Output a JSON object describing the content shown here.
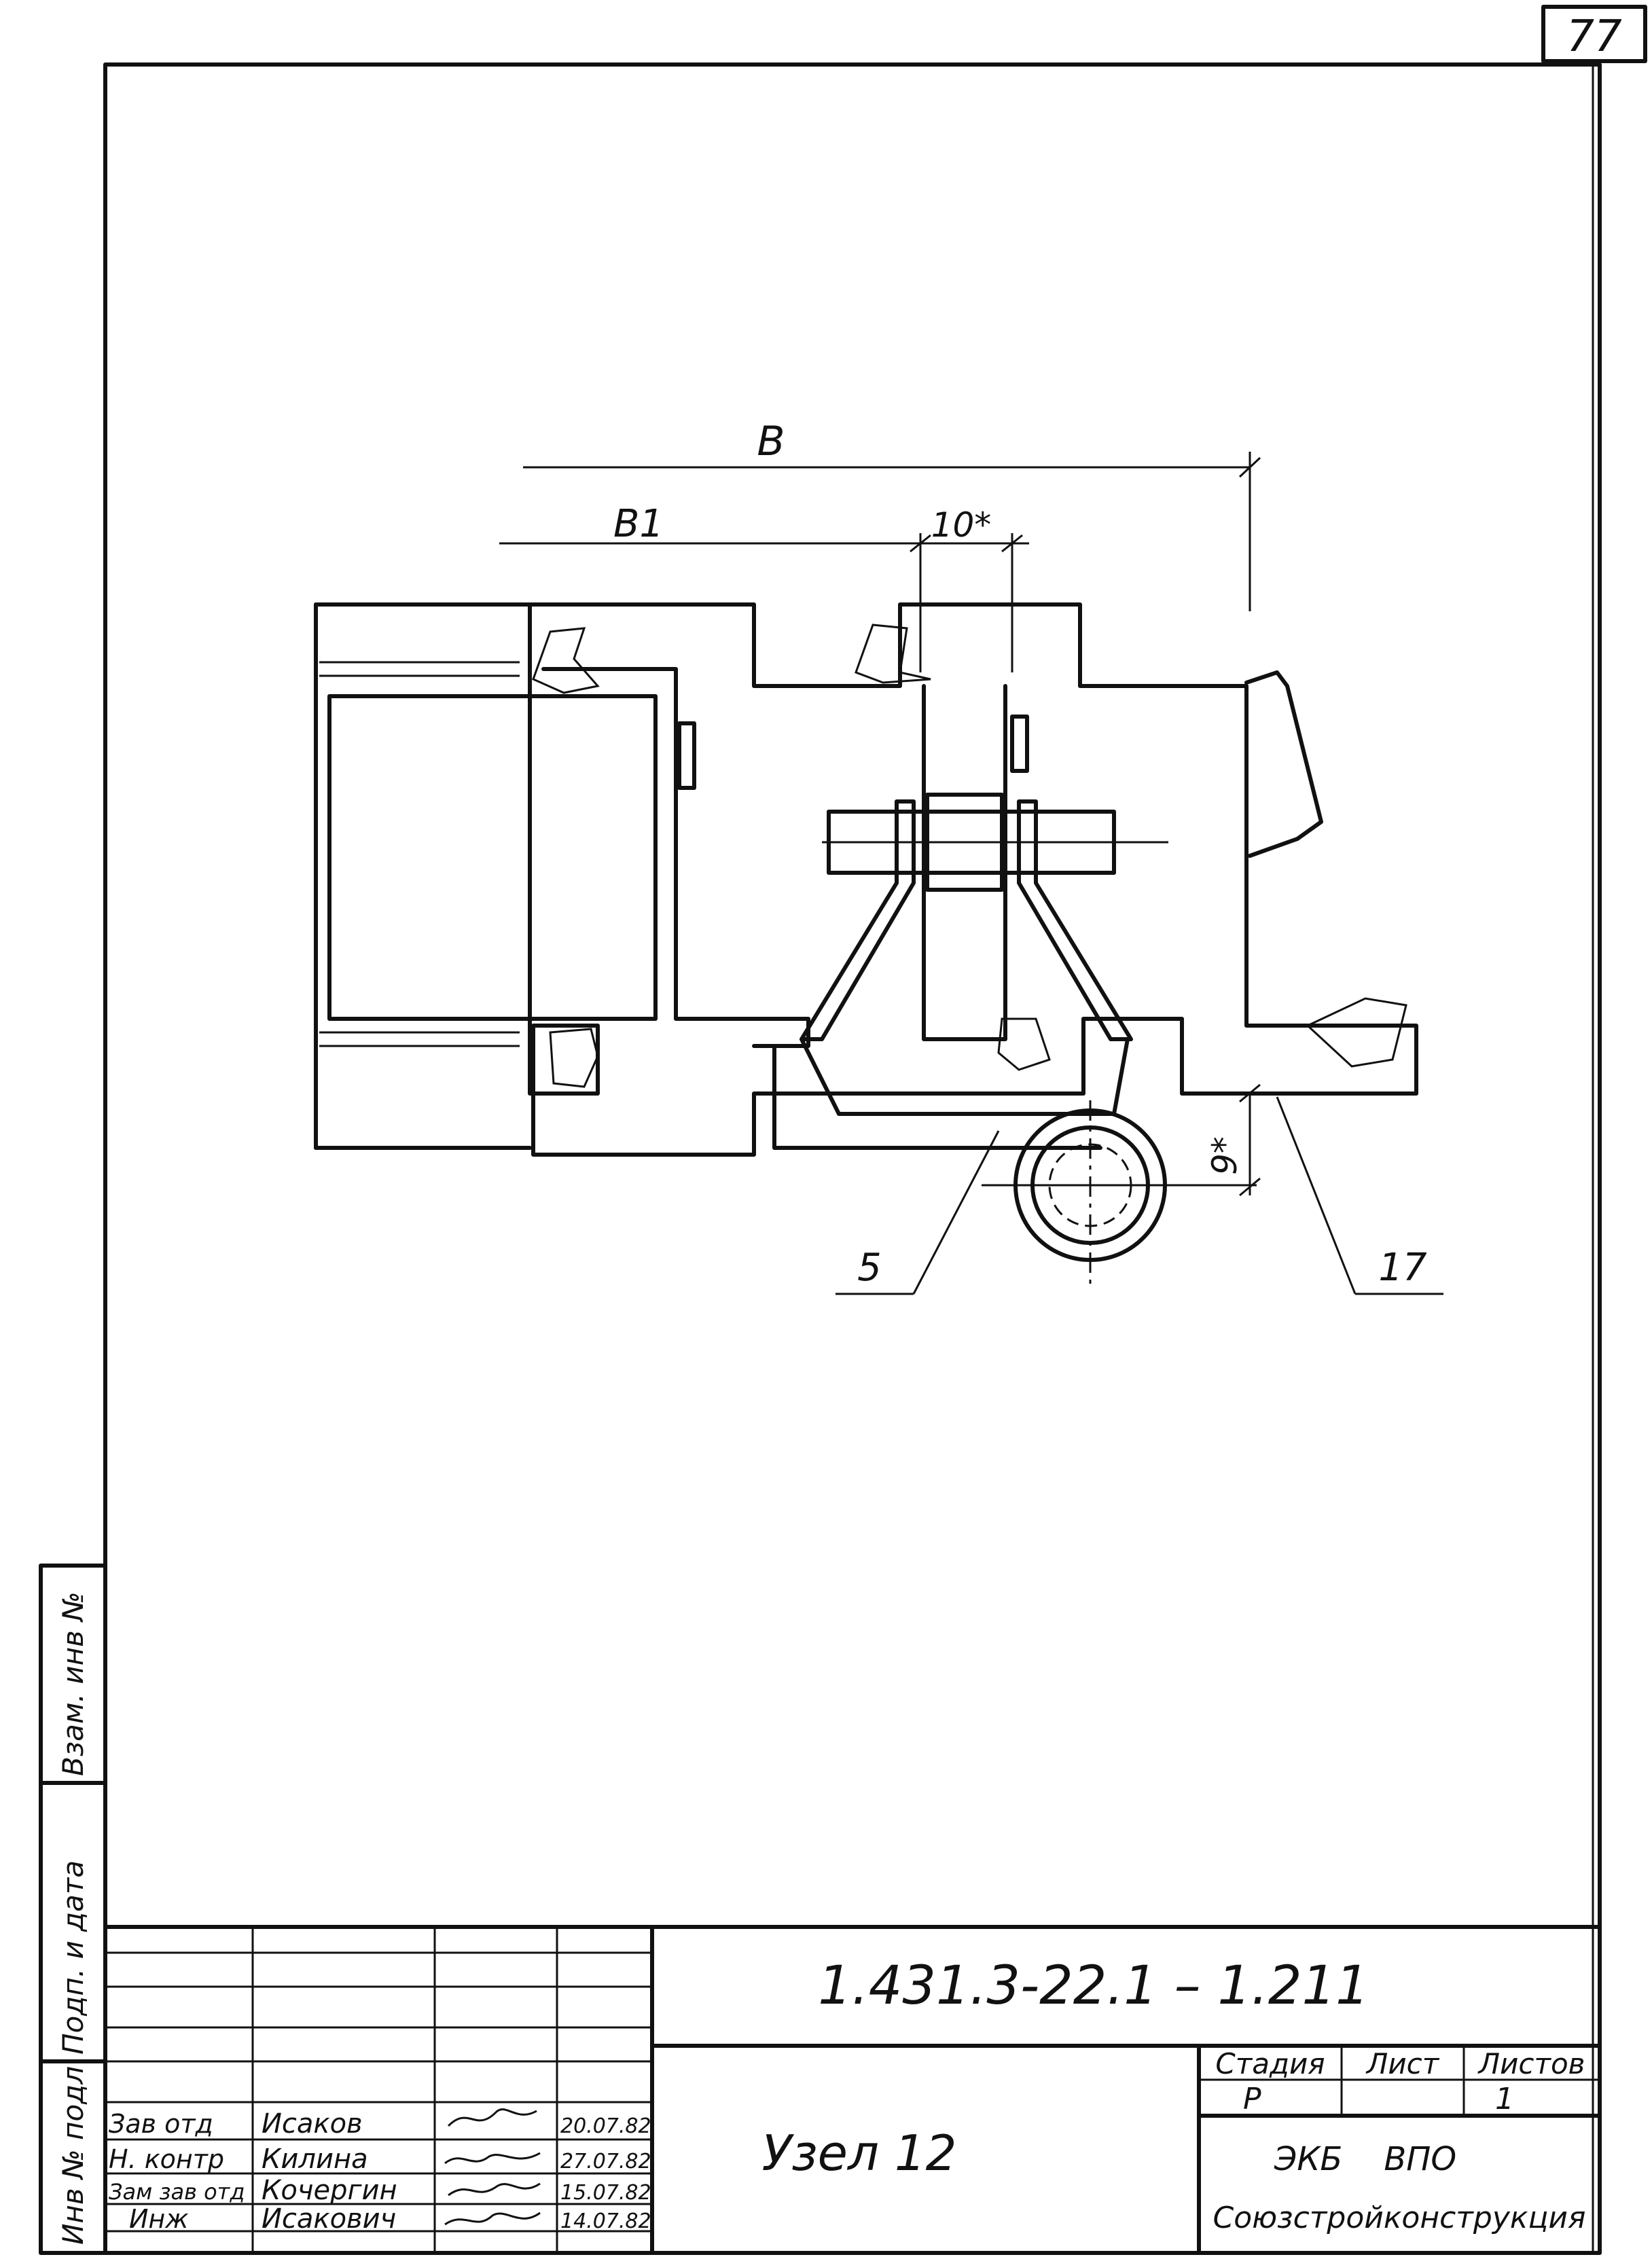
{
  "sheet_number": "77",
  "drawing": {
    "dimensions": {
      "overall": "B",
      "partial": "B1",
      "gap": "10*",
      "offset": "9*"
    },
    "callouts": [
      "5",
      "17"
    ]
  },
  "side_stamp": {
    "cells": [
      "Взам. инв №",
      "Подп. и дата",
      "Инв № подл"
    ]
  },
  "title_block": {
    "designation": "1.431.3-22.1 – 1.211",
    "title": "Узел 12",
    "stage_header": "Стадия",
    "sheet_header": "Лист",
    "sheets_header": "Листов",
    "stage_value": "Р",
    "sheet_value": "",
    "sheets_value": "1",
    "organization_line1": "ЭКБ    ВПО",
    "organization_line2": "Союзстройконструкция",
    "signatures": [
      {
        "role": "Зав отд",
        "name": "Исаков",
        "date": "20.07.82"
      },
      {
        "role": "Н. контр",
        "name": "Килина",
        "date": "27.07.82"
      },
      {
        "role": "Зам зав отд",
        "name": "Кочергин",
        "date": "15.07.82"
      },
      {
        "role": "Инж",
        "name": "Исакович",
        "date": "14.07.82"
      }
    ]
  }
}
